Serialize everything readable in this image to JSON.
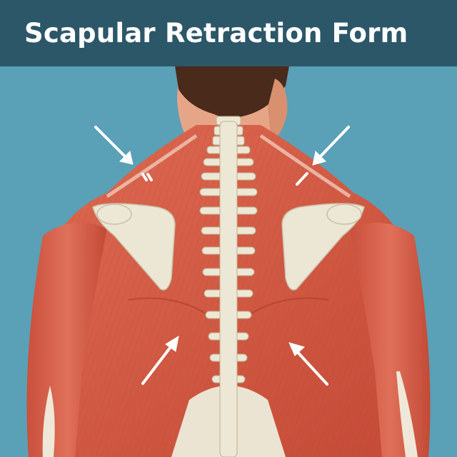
{
  "title": "Scapular Retraction Form",
  "colors": {
    "banner": "#2c5768",
    "background": "#5aa0b6",
    "muscle": "#d45a45",
    "muscle_dark": "#b8432f",
    "bone": "#ece6d4",
    "skin": "#e9a98b",
    "hair": "#4a2a1a",
    "arrow": "#ffffff"
  },
  "illustration": {
    "subject": "posterior view of upper back musculature and spine",
    "arrows": [
      {
        "id": "upper-left",
        "direction": "down-right",
        "target": "left upper trapezius"
      },
      {
        "id": "upper-right",
        "direction": "down-left",
        "target": "right upper trapezius"
      },
      {
        "id": "lower-left",
        "direction": "up-right",
        "target": "left latissimus toward spine"
      },
      {
        "id": "lower-right",
        "direction": "up-left",
        "target": "right latissimus toward spine"
      }
    ]
  }
}
